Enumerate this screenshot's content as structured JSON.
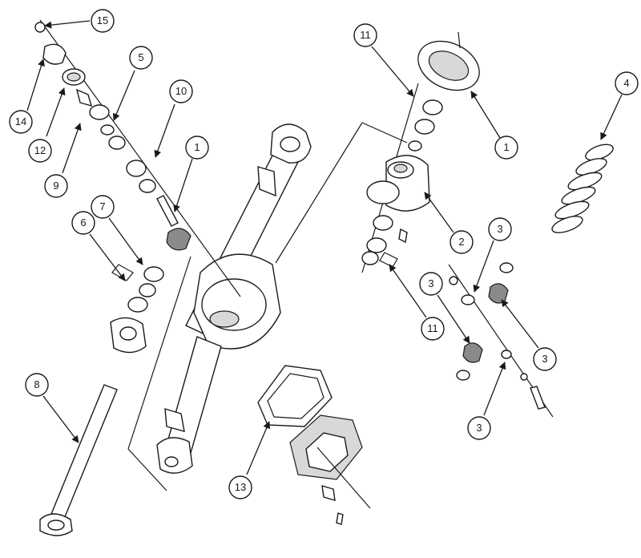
{
  "callouts": [
    {
      "id": "c15a",
      "label": "15"
    },
    {
      "id": "c14",
      "label": "14"
    },
    {
      "id": "c12",
      "label": "12"
    },
    {
      "id": "c9",
      "label": "9"
    },
    {
      "id": "c5",
      "label": "5"
    },
    {
      "id": "c10",
      "label": "10"
    },
    {
      "id": "c1a",
      "label": "1"
    },
    {
      "id": "c6",
      "label": "6"
    },
    {
      "id": "c7",
      "label": "7"
    },
    {
      "id": "c8",
      "label": "8"
    },
    {
      "id": "c11a",
      "label": "11"
    },
    {
      "id": "c1b",
      "label": "1"
    },
    {
      "id": "c4",
      "label": "4"
    },
    {
      "id": "c2",
      "label": "2"
    },
    {
      "id": "c3a",
      "label": "3"
    },
    {
      "id": "c3b",
      "label": "3"
    },
    {
      "id": "c3c",
      "label": "3"
    },
    {
      "id": "c3d",
      "label": "3"
    },
    {
      "id": "c11b",
      "label": "11"
    },
    {
      "id": "c13",
      "label": "13"
    }
  ]
}
